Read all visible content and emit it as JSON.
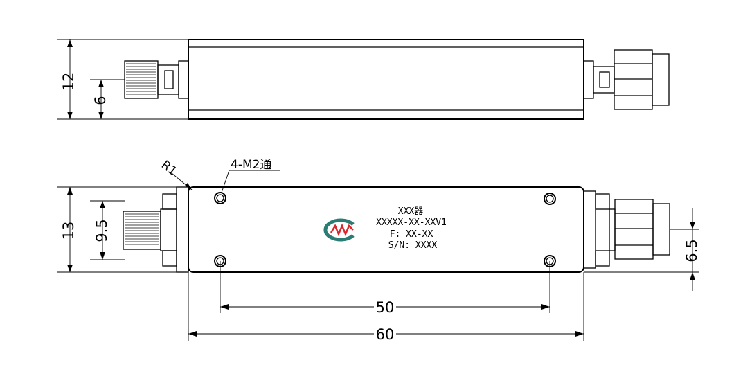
{
  "drawing": {
    "top_view": {
      "dim_height": "12",
      "dim_connector_center": "6"
    },
    "front_view": {
      "dim_height": "13",
      "dim_connector_offset": "9.5",
      "dim_right_connector": "6.5",
      "dim_hole_spacing": "50",
      "dim_total_length": "60",
      "corner_radius_label": "R1",
      "mounting_hole_label": "4-M2通"
    },
    "label_plate": {
      "line1": "XXX器",
      "line2": "XXXXX-XX-XXV1",
      "line3": "F: XX-XX",
      "line4": "S/N: XXXX"
    },
    "colors": {
      "line": "#000000",
      "logo_red": "#d8262c",
      "logo_teal": "#2a7d74"
    }
  }
}
